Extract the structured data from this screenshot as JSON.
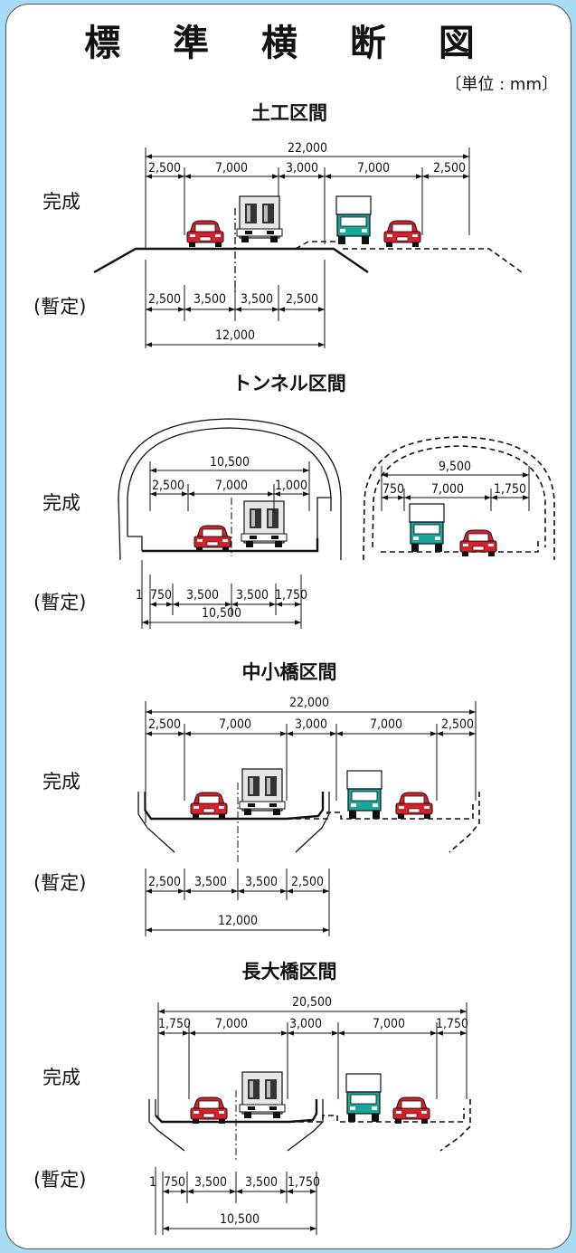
{
  "title": "標 準 横 断 図",
  "unit": "〔単位 : mm〕",
  "labels": {
    "complete": "完成",
    "provisional": "(暫定)"
  },
  "colors": {
    "background": "#a8dcf6",
    "car": "#d8202a",
    "truck": "#17a79a",
    "bus": "#cccccc"
  },
  "sections": [
    {
      "name": "土工区間",
      "complete_total": "22,000",
      "complete_parts": [
        "2,500",
        "7,000",
        "3,000",
        "7,000",
        "2,500"
      ],
      "provisional_parts": [
        "2,500",
        "3,500",
        "3,500",
        "2,500"
      ],
      "provisional_total": "12,000"
    },
    {
      "name": "トンネル区間",
      "complete_total": "10,500",
      "complete_parts": [
        "2,500",
        "7,000",
        "1,000"
      ],
      "second_total": "9,500",
      "second_parts": [
        "750",
        "7,000",
        "1,750"
      ],
      "provisional_parts": [
        "1",
        "750",
        "3,500",
        "3,500",
        "1,750"
      ],
      "provisional_total": "10,500"
    },
    {
      "name": "中小橋区間",
      "complete_total": "22,000",
      "complete_parts": [
        "2,500",
        "7,000",
        "3,000",
        "7,000",
        "2,500"
      ],
      "provisional_parts": [
        "2,500",
        "3,500",
        "3,500",
        "2,500"
      ],
      "provisional_total": "12,000"
    },
    {
      "name": "長大橋区間",
      "complete_total": "20,500",
      "complete_parts": [
        "1,750",
        "7,000",
        "3,000",
        "7,000",
        "1,750"
      ],
      "provisional_parts": [
        "1",
        "750",
        "3,500",
        "3,500",
        "1,750"
      ],
      "provisional_total": "10,500"
    }
  ]
}
